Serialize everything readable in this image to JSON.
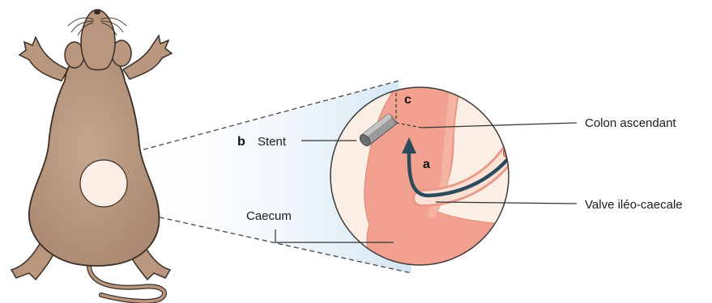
{
  "labels": {
    "stent": "Stent",
    "colon_ascendant": "Colon ascendant",
    "valve": "Valve iléo-caecale",
    "caecum": "Caecum"
  },
  "markers": {
    "a": "a",
    "b": "b",
    "c": "c"
  },
  "colors": {
    "mouse_fill": "#b8977e",
    "mouse_outline": "#3a2e26",
    "circle_bg": "#fbeee4",
    "intestine": "#f2a08f",
    "intestine_light": "#f7c0b2",
    "ileum_inner": "#fbe0d6",
    "arrow": "#2b4a5c",
    "stent": "#8a8a8a",
    "leader": "#333333",
    "zoom_cone": "#cfe3f3"
  }
}
